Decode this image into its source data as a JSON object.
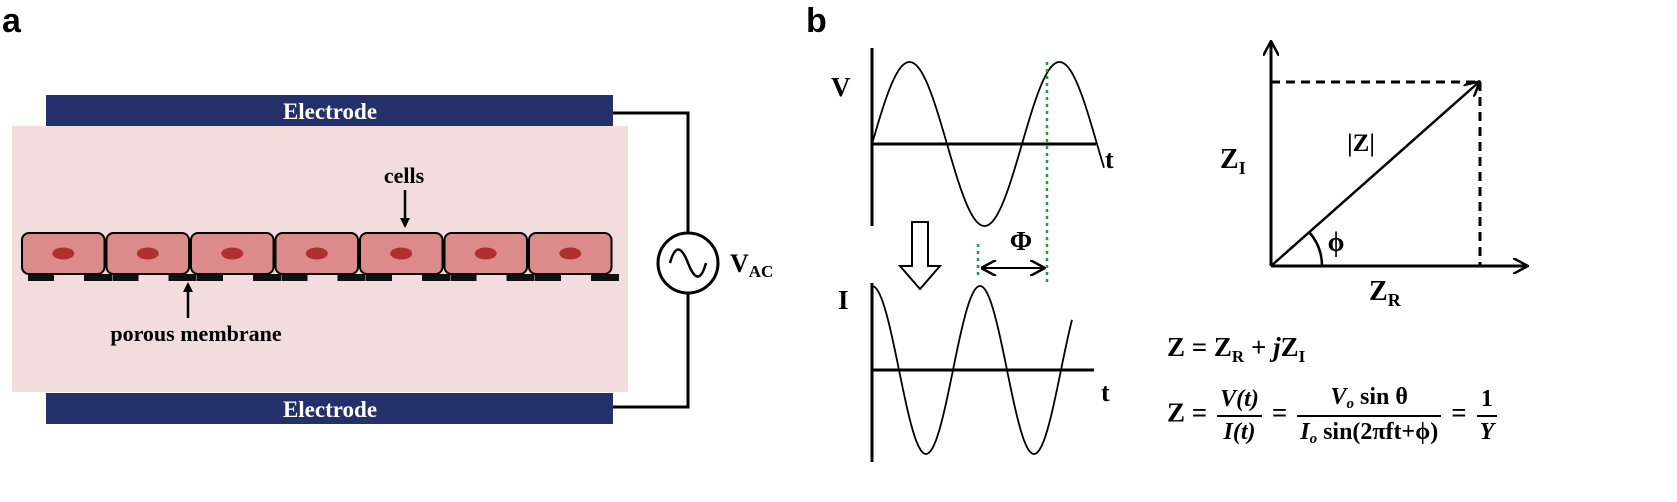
{
  "panels": {
    "a": "a",
    "b": "b"
  },
  "panel_a": {
    "electrode_top": "Electrode",
    "electrode_bottom": "Electrode",
    "cells_label": "cells",
    "membrane_label": "porous membrane",
    "source_label_main": "V",
    "source_label_sub": "AC",
    "cell_count": 7,
    "colors": {
      "electrode": "#23306a",
      "medium": "#f2dcdc",
      "cell": "#dc8a8a",
      "nucleus": "#b03030"
    }
  },
  "panel_b": {
    "v_axis": "V",
    "i_axis": "I",
    "t_axis_top": "t",
    "t_axis_bottom": "t",
    "phase_label": "Φ",
    "z_magnitude": "|Z|",
    "zi_main": "Z",
    "zi_sub": "I",
    "zr_main": "Z",
    "zr_sub": "R",
    "angle_label": "ϕ",
    "phase_line_color": "#1f9a4a"
  },
  "equations": {
    "eq1": {
      "lhs": "Z = ",
      "zr": "Z",
      "zr_sub": "R",
      "plus": " + ",
      "j": "j",
      "zi": "Z",
      "zi_sub": "I"
    },
    "eq2": {
      "lhs": "Z =",
      "frac1_num": "V(t)",
      "frac1_den": "I(t)",
      "eq_a": "=",
      "frac2_num_a": "V",
      "frac2_num_sub": "o",
      "frac2_num_b": " sin θ",
      "frac2_den_a": "I",
      "frac2_den_sub": "o",
      "frac2_den_b": " sin(2πft+ϕ)",
      "eq_b": "=",
      "frac3_num": "1",
      "frac3_den": "Y"
    }
  }
}
